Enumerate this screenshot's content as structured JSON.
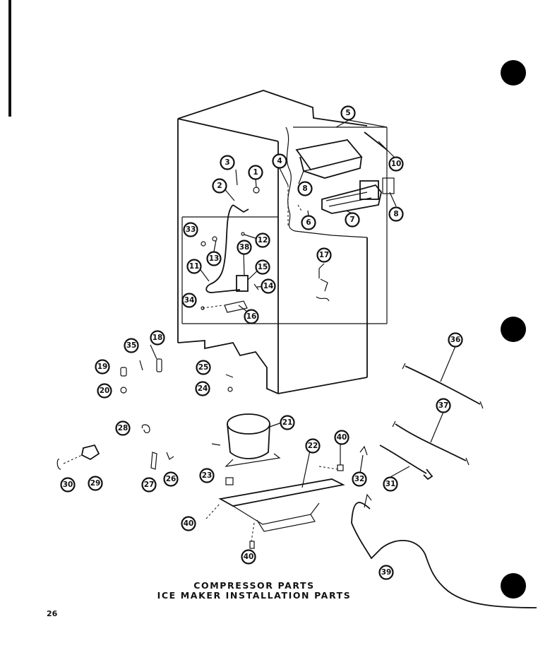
{
  "caption": {
    "line1": "COMPRESSOR PARTS",
    "line2": "ICE MAKER INSTALLATION PARTS"
  },
  "page_number": "26",
  "callouts": {
    "c1": "1",
    "c2": "2",
    "c3": "3",
    "c4": "4",
    "c5": "5",
    "c6": "6",
    "c7": "7",
    "c8a": "8",
    "c8b": "8",
    "c10": "10",
    "c11": "11",
    "c12": "12",
    "c13": "13",
    "c14": "14",
    "c15": "15",
    "c16": "16",
    "c17": "17",
    "c18": "18",
    "c19": "19",
    "c20": "20",
    "c21": "21",
    "c22": "22",
    "c23": "23",
    "c24": "24",
    "c25": "25",
    "c26": "26",
    "c27": "27",
    "c28": "28",
    "c29": "29",
    "c30": "30",
    "c31": "31",
    "c32": "32",
    "c33": "33",
    "c34": "34",
    "c35": "35",
    "c36": "36",
    "c37": "37",
    "c38": "38",
    "c39": "39",
    "c40a": "40",
    "c40b": "40",
    "c40c": "40"
  }
}
